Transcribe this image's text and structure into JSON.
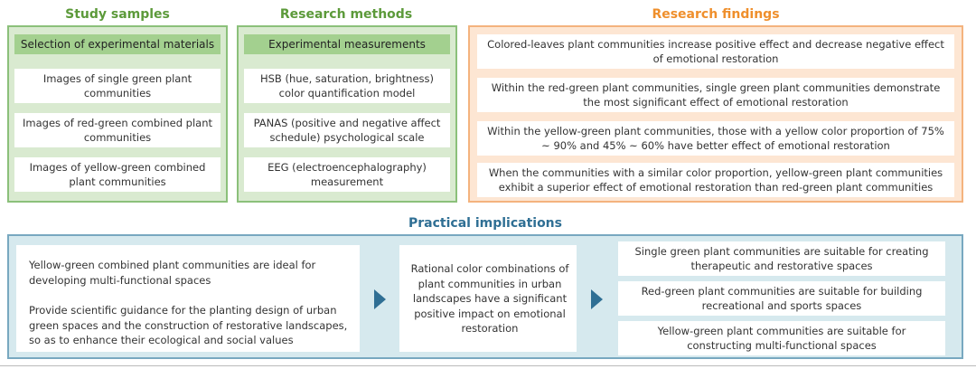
{
  "study_samples": {
    "title": "Study samples",
    "header": "Selection of experimental materials",
    "items": [
      "Images of single green plant communities",
      "Images of red-green combined plant communities",
      "Images of yellow-green combined plant communities"
    ]
  },
  "research_methods": {
    "title": "Research methods",
    "header": "Experimental measurements",
    "items": [
      "HSB (hue, saturation, brightness) color quantification model",
      "PANAS (positive and negative affect schedule) psychological scale",
      "EEG (electroencephalography) measurement"
    ]
  },
  "research_findings": {
    "title": "Research findings",
    "items": [
      "Colored-leaves plant communities increase positive effect and decrease negative effect of emotional restoration",
      "Within the red-green plant communities, single green plant communities demonstrate the most significant effect of emotional restoration",
      "Within the yellow-green plant communities, those with a yellow color proportion of 75% ~ 90% and 45% ~ 60% have better effect of emotional restoration",
      "When the communities with a similar color proportion, yellow-green plant communities exhibit a superior effect of emotional restoration than red-green plant communities"
    ]
  },
  "practical_implications": {
    "title": "Practical implications",
    "left_items": [
      "Yellow-green combined plant communities are ideal for developing multi-functional spaces",
      "Provide scientific guidance for the planting design of urban green spaces and the construction of restorative landscapes, so as to enhance their ecological and social values"
    ],
    "middle": "Rational color combinations of plant communities in urban landscapes have a significant positive impact on emotional restoration",
    "right_items": [
      "Single green plant communities are suitable for creating therapeutic and restorative spaces",
      "Red-green plant communities are suitable for building recreational and sports spaces",
      "Yellow-green plant communities are suitable for constructing multi-functional spaces"
    ]
  },
  "colors": {
    "green_heading": "#5c9a3a",
    "orange_heading": "#ef8f2c",
    "blue_heading": "#2f6f94",
    "green_panel": "#d9ead0",
    "orange_panel": "#fde6d3",
    "blue_panel": "#d6e9ee"
  }
}
